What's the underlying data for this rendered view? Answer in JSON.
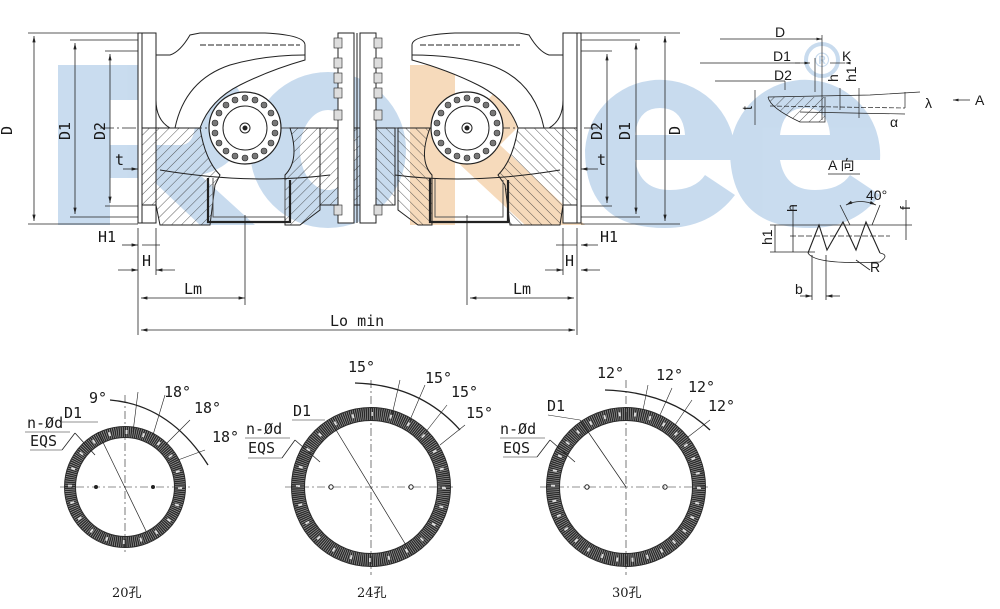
{
  "watermark": {
    "text": "RoKee",
    "registered_mark": "®",
    "blue": "#c6daee",
    "orange": "#f6d9b8"
  },
  "main_view": {
    "labels_left": {
      "D": "D",
      "D1": "D1",
      "D2": "D2",
      "t": "t",
      "H1": "H1",
      "H": "H",
      "Lm": "Lm"
    },
    "labels_right": {
      "D": "D",
      "D1": "D1",
      "D2": "D2",
      "t": "t",
      "H1": "H1",
      "H": "H",
      "Lm": "Lm"
    },
    "overall_length": "Lo min"
  },
  "detail_serration": {
    "labels": {
      "D": "D",
      "D1": "D1",
      "D2": "D2",
      "K": "K",
      "h": "h",
      "h1": "h1",
      "t": "t",
      "lambda": "λ",
      "alpha": "α",
      "arrow_A": "A"
    }
  },
  "view_A": {
    "title": "A 向",
    "angle": "40°",
    "labels": {
      "h": "h",
      "h1": "h1",
      "f": "f",
      "R": "R",
      "b": "b"
    }
  },
  "bolt_patterns": [
    {
      "caption": "20孔",
      "holes": 20,
      "label_d1": "D1",
      "label_nd": "n-Ød",
      "label_eqs": "EQS",
      "angles": [
        "9°",
        "18°",
        "18°",
        "18°"
      ]
    },
    {
      "caption": "24孔",
      "holes": 24,
      "label_d1": "D1",
      "label_nd": "n-Ød",
      "label_eqs": "EQS",
      "angles": [
        "15°",
        "15°",
        "15°",
        "15°"
      ]
    },
    {
      "caption": "30孔",
      "holes": 30,
      "label_d1": "D1",
      "label_nd": "n-Ød",
      "label_eqs": "EQS",
      "angles": [
        "12°",
        "12°",
        "12°",
        "12°"
      ]
    }
  ]
}
